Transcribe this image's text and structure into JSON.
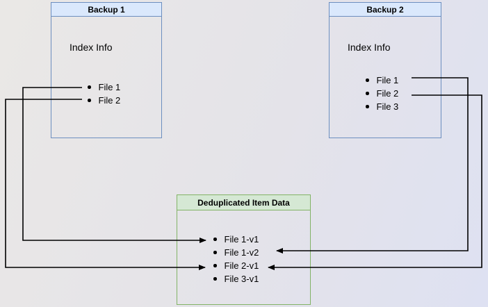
{
  "diagram": {
    "backup1": {
      "title": "Backup 1",
      "section_label": "Index Info",
      "items": [
        "File 1",
        "File 2"
      ]
    },
    "backup2": {
      "title": "Backup 2",
      "section_label": "Index Info",
      "items": [
        "File 1",
        "File 2",
        "File 3"
      ]
    },
    "dedup": {
      "title": "Deduplicated Item Data",
      "items": [
        "File 1-v1",
        "File 1-v2",
        "File 2-v1",
        "File 3-v1"
      ]
    },
    "connections": [
      {
        "from": "Backup 1 / File 1",
        "to": "File 1-v1"
      },
      {
        "from": "Backup 1 / File 2",
        "to": "File 2-v1"
      },
      {
        "from": "Backup 2 / File 1",
        "to": "File 1-v2"
      },
      {
        "from": "Backup 2 / File 2",
        "to": "File 2-v1"
      }
    ],
    "colors": {
      "backup_header_fill": "#dae8fc",
      "backup_border": "#6c8ebf",
      "dedup_header_fill": "#d5e8d4",
      "dedup_border": "#82b366",
      "connector": "#000000",
      "background_left": "#eae8e6",
      "background_right": "#dee1f2"
    }
  }
}
